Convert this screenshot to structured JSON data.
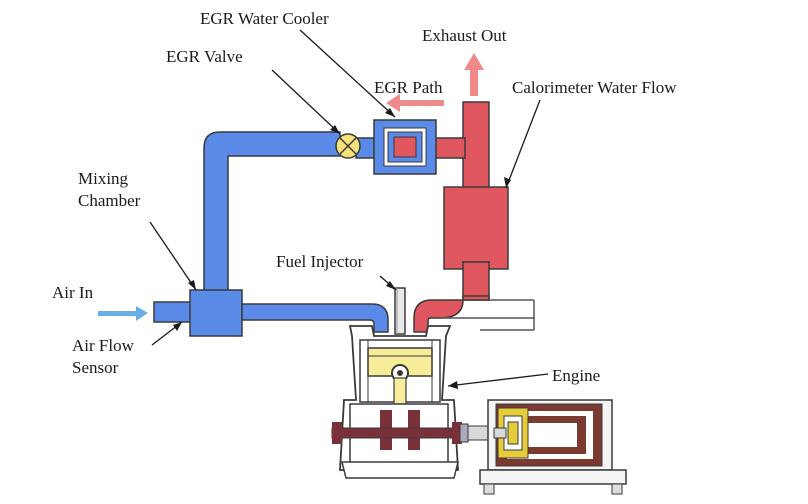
{
  "labels": {
    "egr_water_cooler": "EGR Water Cooler",
    "exhaust_out": "Exhaust Out",
    "egr_valve": "EGR Valve",
    "egr_path": "EGR Path",
    "calorimeter_water_flow": "Calorimeter Water Flow",
    "mixing_chamber_line1": "Mixing",
    "mixing_chamber_line2": "Chamber",
    "fuel_injector": "Fuel Injector",
    "air_in": "Air In",
    "air_flow_sensor_line1": "Air Flow",
    "air_flow_sensor_line2": "Sensor",
    "engine": "Engine"
  },
  "colors": {
    "intake_blue": "#5b8be8",
    "exhaust_red": "#e0575f",
    "arrow_red": "#f08a8a",
    "arrow_blue": "#6aaee6",
    "valve_yellow": "#f7e27a",
    "piston_yellow": "#f6ec9a",
    "crank_dark": "#7a3038",
    "dyno_yellow": "#e6cc3a",
    "dyno_brown": "#7a3a30",
    "frame_gray": "#555555"
  }
}
